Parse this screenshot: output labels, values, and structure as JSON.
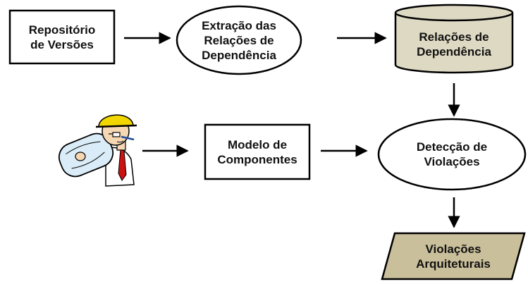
{
  "nodes": {
    "repository": {
      "lines": [
        "Repositório",
        "de Versões"
      ]
    },
    "extraction": {
      "lines": [
        "Extração das",
        "Relações de",
        "Dependência"
      ]
    },
    "dependencies": {
      "lines": [
        "Relações de",
        "Dependência"
      ]
    },
    "component_model": {
      "lines": [
        "Modelo de",
        "Componentes"
      ]
    },
    "detection": {
      "lines": [
        "Detecção de",
        "Violações"
      ]
    },
    "violations": {
      "lines": [
        "Violações",
        "Arquiteturais"
      ]
    }
  },
  "colors": {
    "stroke": "#000000",
    "fill_default": "#ffffff",
    "fill_storage": "#ddd9c3",
    "fill_output": "#c9bf9a",
    "hat": "#f2d600",
    "tie": "#cc1111",
    "paper": "#d9ecf8"
  },
  "icons": {
    "architect": "architect-with-blueprint-icon"
  }
}
